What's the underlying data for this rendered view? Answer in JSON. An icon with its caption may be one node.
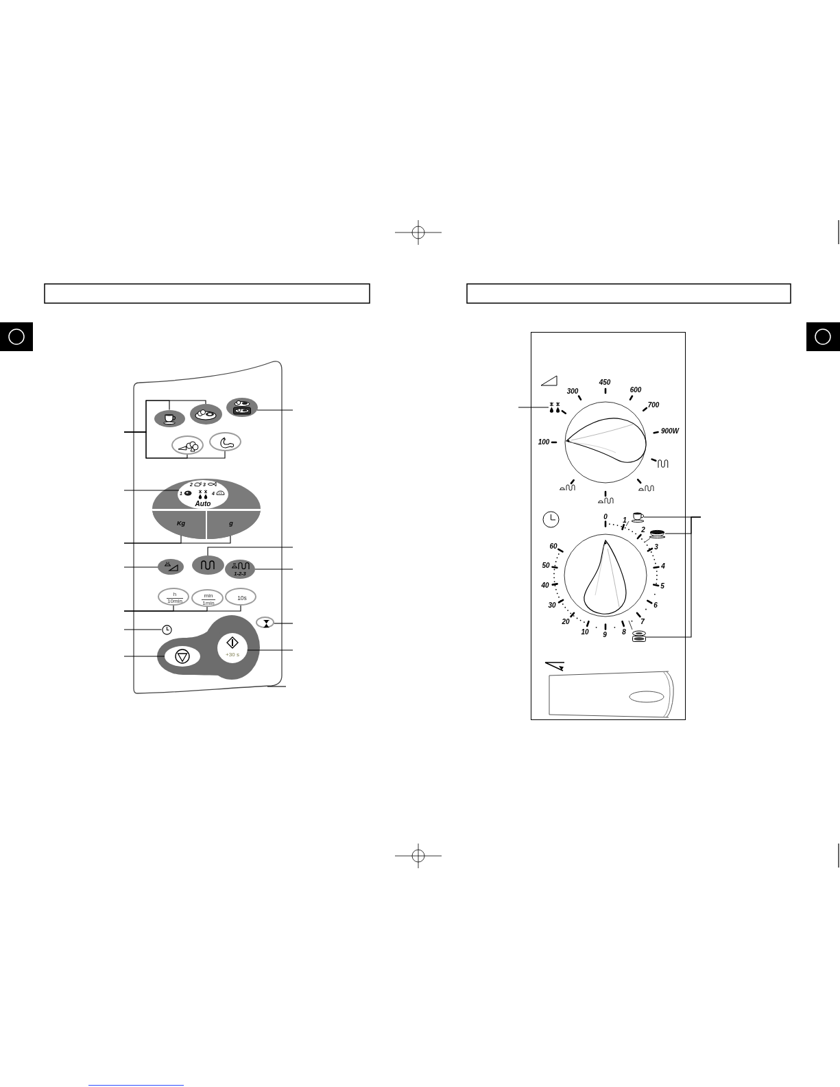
{
  "diagram": {
    "nodes": [
      {
        "text": [],
        "shape": "box"
      },
      {
        "text": [],
        "shape": "ellipse",
        "in": 0
      },
      {
        "text": [],
        "shape": "ellipse",
        "in": 0
      },
      {
        "text": [],
        "shape": "ellipse",
        "in": 0
      },
      {
        "text": [],
        "shape": "ellipse",
        "in": 0
      },
      {
        "text": [],
        "shape": "ellipse",
        "in": 0
      },
      {
        "text": [],
        "shape": "ellipse",
        "in": 0
      },
      {
        "text": [
          "2",
          "3",
          "1",
          "4",
          "Auto"
        ],
        "in": 6
      },
      {
        "text": [
          "Kg"
        ],
        "in": 6
      },
      {
        "text": [
          "g"
        ],
        "in": 6
      },
      {
        "text": [],
        "shape": "ellipse",
        "in": 0
      },
      {
        "text": [],
        "shape": "ellipse",
        "in": 0
      },
      {
        "text": [
          "1-2-3"
        ],
        "in": 0
      },
      {
        "text": [
          "h",
          "10min"
        ],
        "in": 0
      },
      {
        "text": [
          "min",
          "1min"
        ],
        "in": 0
      },
      {
        "text": [
          "10s"
        ],
        "in": 0
      },
      {
        "text": [],
        "shape": "picture",
        "in": 0
      },
      {
        "text": [],
        "shape": "ellipse",
        "in": 0
      },
      {
        "text": [],
        "shape": "ellipse",
        "in": 0
      },
      {
        "text": [
          "+30 s"
        ],
        "in": 0
      },
      {
        "text": [],
        "shape": "box"
      },
      {
        "text": [],
        "shape": "picture",
        "in": 20
      },
      {
        "text": [],
        "shape": "picture",
        "in": 20
      },
      {
        "text": [],
        "shape": "picture",
        "in": 20
      },
      {
        "text": [],
        "shape": "picture",
        "in": 20
      }
    ],
    "edges": [
      {
        "from": null,
        "to": 1,
        "arrow": "none"
      },
      {
        "from": null,
        "to": 2,
        "arrow": "none"
      },
      {
        "from": null,
        "to": 4,
        "arrow": "none"
      },
      {
        "from": null,
        "to": 5,
        "arrow": "none"
      },
      {
        "from": null,
        "to": 3,
        "arrow": "none"
      },
      {
        "from": null,
        "to": 7,
        "arrow": "none"
      },
      {
        "from": null,
        "to": 8,
        "arrow": "none"
      },
      {
        "from": null,
        "to": 9,
        "arrow": "none"
      },
      {
        "from": null,
        "to": 11,
        "arrow": "none"
      },
      {
        "from": null,
        "to": 10,
        "arrow": "none"
      },
      {
        "from": null,
        "to": 12,
        "arrow": "none"
      },
      {
        "from": null,
        "to": 13,
        "arrow": "none"
      },
      {
        "from": null,
        "to": 14,
        "arrow": "none"
      },
      {
        "from": null,
        "to": 15,
        "arrow": "none"
      },
      {
        "from": null,
        "to": 16,
        "arrow": "none"
      },
      {
        "from": null,
        "to": 17,
        "arrow": "none"
      },
      {
        "from": null,
        "to": 18,
        "arrow": "none"
      },
      {
        "from": null,
        "to": 19,
        "arrow": "none"
      },
      {
        "from": null,
        "to": 0,
        "arrow": "none"
      },
      {
        "from": null,
        "to": 21,
        "arrow": "none"
      },
      {
        "from": null,
        "to": 22,
        "arrow": "none"
      },
      {
        "from": null,
        "to": 23,
        "arrow": "none"
      },
      {
        "from": null,
        "to": 24,
        "arrow": "none"
      }
    ],
    "labels": [
      "450",
      "300",
      "600",
      "700",
      "900W",
      "100",
      "0",
      "1",
      "2",
      "60",
      "3",
      "50",
      "4",
      "40",
      "5",
      "30",
      "6",
      "20",
      "7",
      "10",
      "8",
      "9"
    ]
  }
}
